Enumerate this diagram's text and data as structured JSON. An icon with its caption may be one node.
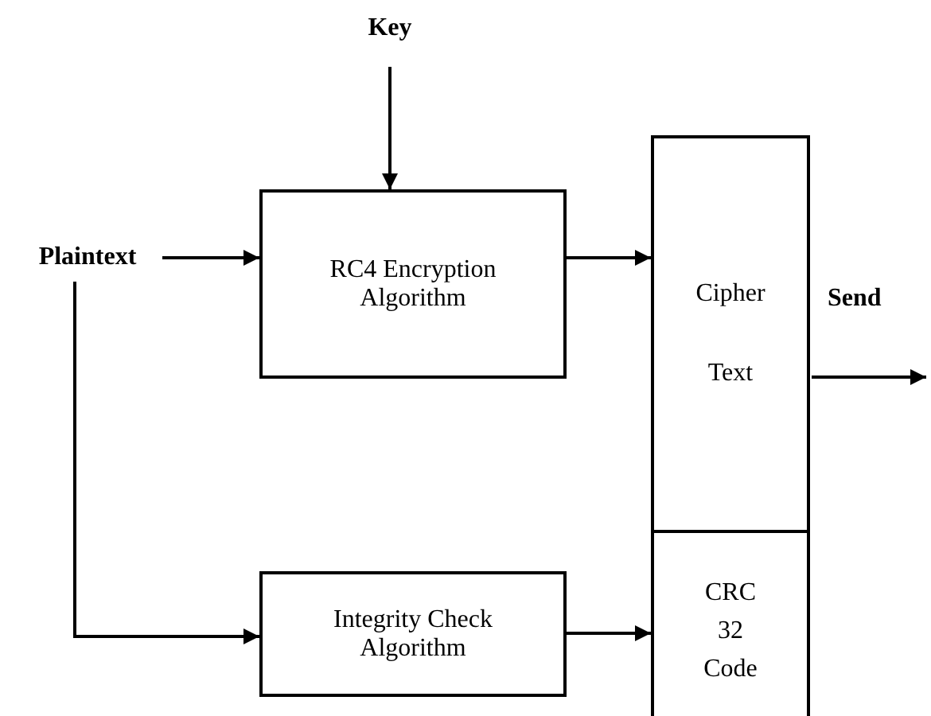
{
  "diagram": {
    "nodes": [
      {
        "text": [
          "Key"
        ]
      },
      {
        "text": [
          "Plaintext"
        ]
      },
      {
        "text": [
          "RC4 Encryption Algorithm"
        ]
      },
      {
        "text": [
          "Cipher Text"
        ]
      },
      {
        "text": [
          "Integrity Check Algorithm"
        ]
      },
      {
        "text": [
          "CRC 32 Code"
        ]
      }
    ],
    "edges": [
      {
        "from": 0,
        "to": 2,
        "arrow": "to"
      },
      {
        "from": 1,
        "to": 2,
        "arrow": "to"
      },
      {
        "from": 1,
        "to": 4,
        "arrow": "to"
      },
      {
        "from": 2,
        "to": 3,
        "arrow": "to"
      },
      {
        "from": 4,
        "to": 5,
        "arrow": "to"
      },
      {
        "from": 3,
        "to": null,
        "arrow": "to",
        "label": "Send"
      }
    ]
  }
}
